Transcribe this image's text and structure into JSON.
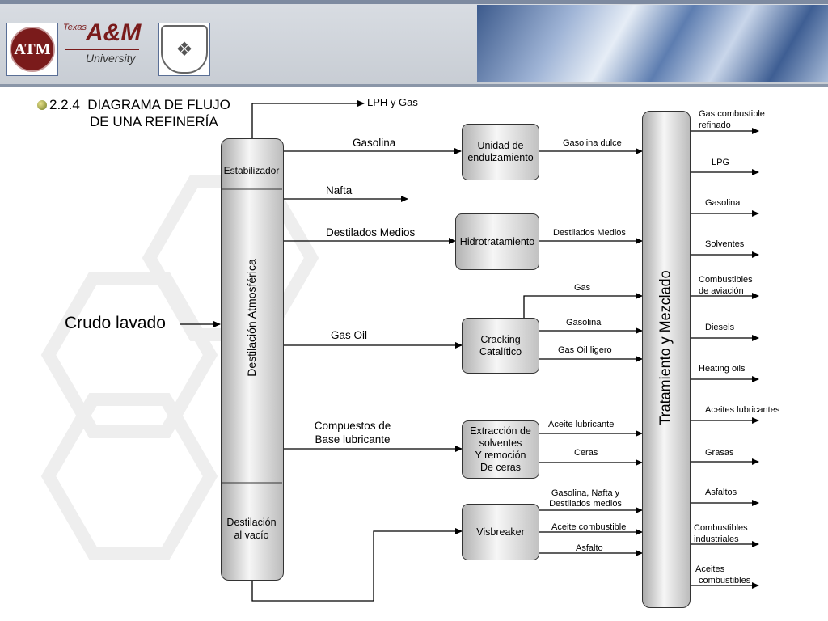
{
  "header": {
    "logo_atm": "ATM",
    "logo_texas": "Texas",
    "logo_am": "A&M",
    "logo_university": "University"
  },
  "title": {
    "number": "2.2.4",
    "line1": "DIAGRAMA DE FLUJO",
    "line2": "DE UNA REFINERÍA"
  },
  "inputs": {
    "crudo": "Crudo lavado"
  },
  "column": {
    "estabilizador": "Estabilizador",
    "destilacion_atm": "Destilación Atmosférica",
    "vacio_line1": "Destilación",
    "vacio_line2": "al vacío"
  },
  "top_output": "LPH y Gas",
  "streams": {
    "gasolina": "Gasolina",
    "nafta": "Nafta",
    "destilados_medios": "Destilados Medios",
    "gas_oil": "Gas Oil",
    "base_lub_line1": "Compuestos de",
    "base_lub_line2": "Base lubricante"
  },
  "units": {
    "endulzamiento_line1": "Unidad de",
    "endulzamiento_line2": "endulzamiento",
    "hidrotratamiento": "Hidrotratamiento",
    "cracking_line1": "Cracking",
    "cracking_line2": "Catalítico",
    "extraccion_line1": "Extracción de",
    "extraccion_line2": "solventes",
    "extraccion_line3": "Y remoción",
    "extraccion_line4": "De ceras",
    "visbreaker": "Visbreaker"
  },
  "unit_outputs": {
    "gasolina_dulce": "Gasolina dulce",
    "destilados_medios": "Destilados Medios",
    "gas": "Gas",
    "gasolina": "Gasolina",
    "gas_oil_ligero": "Gas Oil ligero",
    "aceite_lubricante": "Aceite lubricante",
    "ceras": "Ceras",
    "visb_line1": "Gasolina, Nafta y",
    "visb_line2": "Destilados medios",
    "aceite_combustible": "Aceite combustible",
    "asfalto": "Asfalto"
  },
  "mixing": {
    "label": "Tratamiento y Mezclado"
  },
  "products": {
    "p1_line1": "Gas combustible",
    "p1_line2": "refinado",
    "p2": "LPG",
    "p3": "Gasolina",
    "p4": "Solventes",
    "p5_line1": "Combustibles",
    "p5_line2": "de aviación",
    "p6": "Diesels",
    "p7": "Heating oils",
    "p8": "Aceites lubricantes",
    "p9": "Grasas",
    "p10": "Asfaltos",
    "p11_line1": "Combustibles",
    "p11_line2": "industriales",
    "p12_line1": "Aceites",
    "p12_line2": "combustibles"
  }
}
